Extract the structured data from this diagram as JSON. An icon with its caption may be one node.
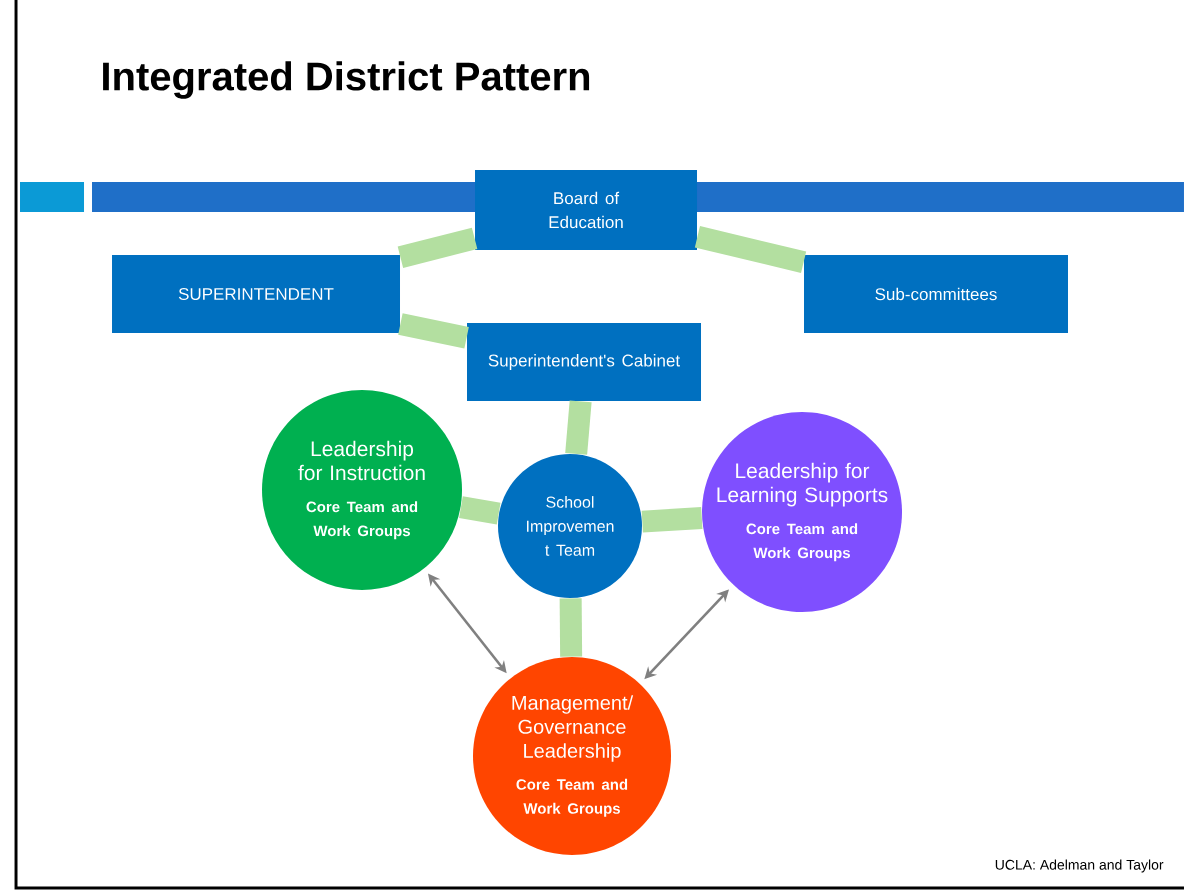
{
  "diagram": {
    "title": "Integrated District Pattern",
    "nodes": [
      {
        "text": [
          "Board of Education"
        ]
      },
      {
        "text": [
          "SUPERINTENDENT"
        ]
      },
      {
        "text": [
          "Sub-committees"
        ]
      },
      {
        "text": [
          "Superintendent's Cabinet"
        ]
      },
      {
        "text": [
          "Leadership for Instruction",
          "Core Team and Work Groups"
        ]
      },
      {
        "text": [
          "School Improvemen t Team"
        ]
      },
      {
        "text": [
          "Leadership for Learning Supports",
          "Core Team and Work Groups"
        ]
      },
      {
        "text": [
          "Management/ Governance Leadership",
          "Core Team and Work Groups"
        ]
      }
    ],
    "edges": [
      {
        "from": 0,
        "to": 1,
        "arrow": "none"
      },
      {
        "from": 0,
        "to": 2,
        "arrow": "none"
      },
      {
        "from": 1,
        "to": 3,
        "arrow": "none"
      },
      {
        "from": 3,
        "to": 5,
        "arrow": "none"
      },
      {
        "from": 4,
        "to": 5,
        "arrow": "none"
      },
      {
        "from": 5,
        "to": 6,
        "arrow": "none"
      },
      {
        "from": 5,
        "to": 7,
        "arrow": "none"
      },
      {
        "from": 4,
        "to": 7,
        "arrow": "both",
        "color": "#808080"
      },
      {
        "from": 6,
        "to": 7,
        "arrow": "both",
        "color": "#808080"
      }
    ],
    "labels": [
      "UCLA:  Adelman and Taylor"
    ]
  }
}
